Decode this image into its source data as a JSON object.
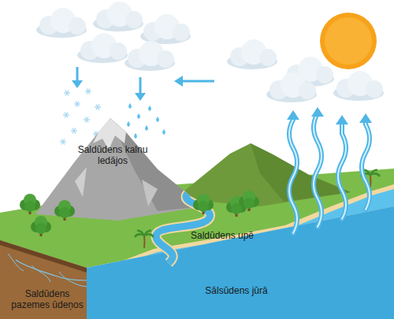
{
  "diagram": {
    "labels": [
      "Saldūdens kalnu ledājos",
      "Saldūdens upē",
      "Sālsūdens jūrā",
      "Saldūdens pazemes ūdeņos"
    ]
  }
}
